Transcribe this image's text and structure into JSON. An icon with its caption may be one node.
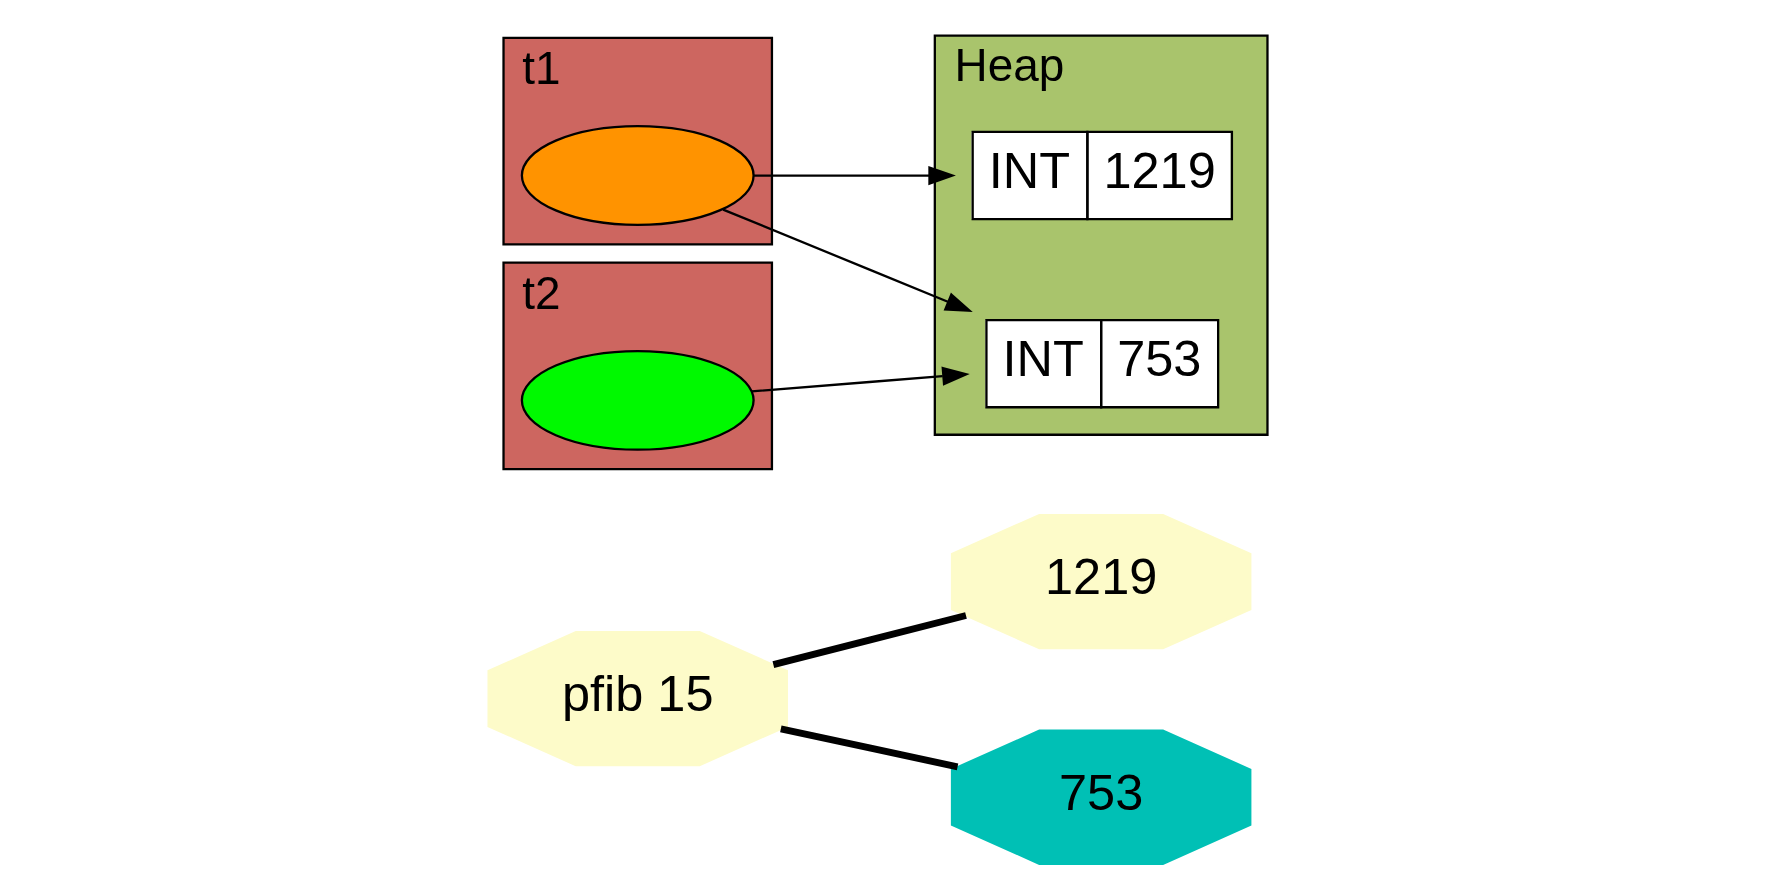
{
  "diagram": {
    "nodes": [
      {
        "text": [
          "pfib 15"
        ]
      },
      {
        "text": [
          "1219"
        ]
      },
      {
        "text": [
          "753"
        ]
      },
      {
        "text": [
          "t1"
        ]
      },
      {
        "text": [],
        "shape": "ellipse",
        "in": 3
      },
      {
        "text": [
          "t2"
        ]
      },
      {
        "text": [],
        "shape": "ellipse",
        "in": 5
      },
      {
        "text": [
          "Heap"
        ]
      },
      {
        "text": [
          "INT",
          "1219"
        ],
        "in": 7
      },
      {
        "text": [
          "INT",
          "753"
        ],
        "in": 7
      }
    ],
    "edges": [
      {
        "from": 0,
        "to": 1,
        "arrow": "none",
        "style": "thick"
      },
      {
        "from": 0,
        "to": 2,
        "arrow": "none",
        "style": "thick"
      },
      {
        "from": 4,
        "to": 8,
        "arrow": "to"
      },
      {
        "from": 4,
        "to": 9,
        "arrow": "to"
      },
      {
        "from": 6,
        "to": 9,
        "arrow": "to"
      }
    ]
  }
}
